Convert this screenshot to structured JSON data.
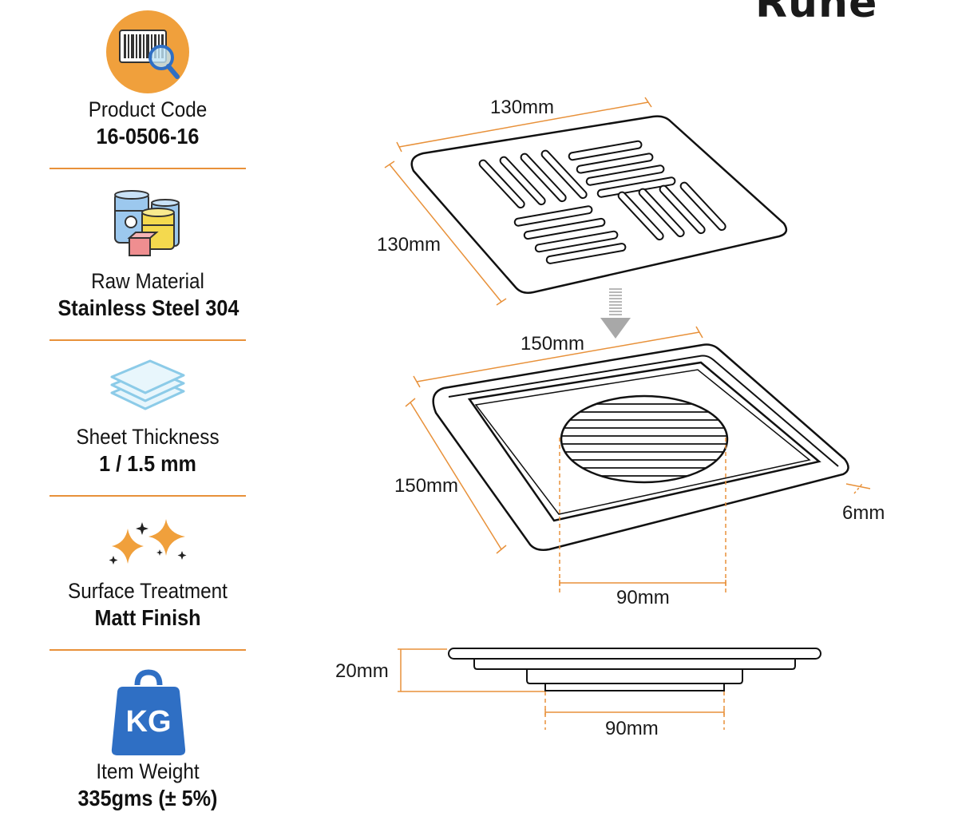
{
  "brand": {
    "logo_text": "Ruhe"
  },
  "specs": {
    "product_code": {
      "label": "Product Code",
      "value": "16-0506-16"
    },
    "raw_material": {
      "label": "Raw Material",
      "value": "Stainless Steel 304"
    },
    "sheet_thickness": {
      "label": "Sheet Thickness",
      "value": "1 / 1.5 mm"
    },
    "surface_treatment": {
      "label": "Surface Treatment",
      "value": "Matt Finish"
    },
    "item_weight": {
      "label": "Item Weight",
      "value": "335gms (± 5%)"
    }
  },
  "icons": {
    "product_code": "barcode-magnifier-icon",
    "raw_material": "material-drums-icon",
    "sheet_thickness": "stacked-sheets-icon",
    "surface_treatment": "sparkles-icon",
    "item_weight": "kg-weight-icon",
    "weight_text": "KG"
  },
  "dimensions": {
    "grate_width": "130mm",
    "grate_depth": "130mm",
    "body_width": "150mm",
    "body_depth": "150mm",
    "rim_height": "6mm",
    "outlet_diameter_top": "90mm",
    "total_height": "20mm",
    "outlet_diameter_side": "90mm"
  },
  "colors": {
    "accent_orange": "#e8913a",
    "icon_blue": "#2f6fc4",
    "sheet_blue": "#8ccbe8",
    "divider": "#e8913a"
  }
}
